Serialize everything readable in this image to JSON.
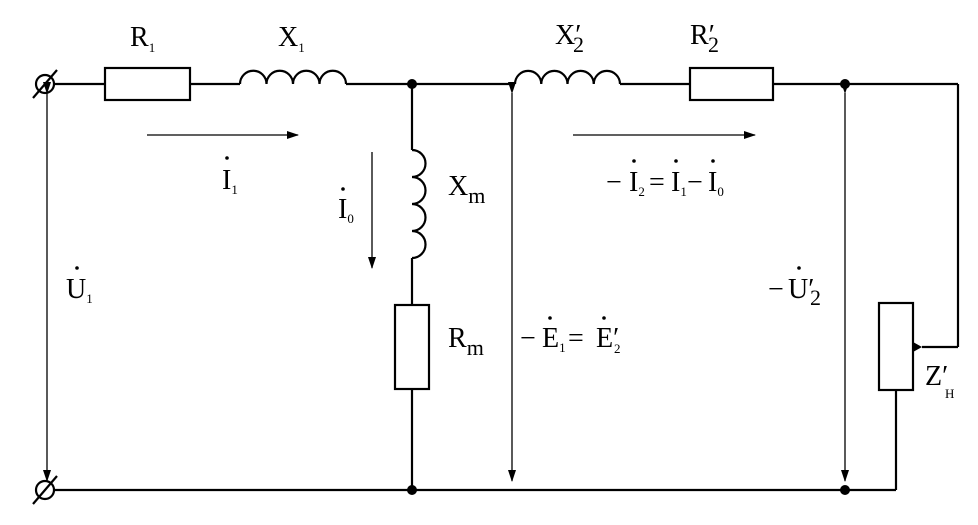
{
  "components": {
    "r1": {
      "letter": "R",
      "sub": "1"
    },
    "x1": {
      "letter": "X",
      "sub": "1"
    },
    "x2p": {
      "letter": "X",
      "prime": "′",
      "sub": "2"
    },
    "r2p": {
      "letter": "R",
      "prime": "′",
      "sub": "2"
    },
    "xm": {
      "letter": "X",
      "sub": "m"
    },
    "rm": {
      "letter": "R",
      "sub": "m"
    },
    "zh": {
      "letter": "Z",
      "prime": "′",
      "sub": "Н"
    }
  },
  "quantities": {
    "i1": {
      "letter": "I",
      "sub": "1"
    },
    "i0": {
      "letter": "I",
      "sub": "0"
    },
    "u1": {
      "letter": "U",
      "sub": "1"
    },
    "i2eq": {
      "minus": "−",
      "a": "I",
      "a_sub": "2",
      "eq": "=",
      "b": "I",
      "b_sub": "1",
      "minus2": "−",
      "c": "I",
      "c_sub": "0"
    },
    "e1eq": {
      "minus": "−",
      "a": "E",
      "a_sub": "1",
      "eq": "=",
      "b": "E",
      "b_prime": "′",
      "b_sub": "2"
    },
    "u2p": {
      "minus": "−",
      "letter": "U",
      "prime": "′",
      "sub": "2"
    }
  }
}
